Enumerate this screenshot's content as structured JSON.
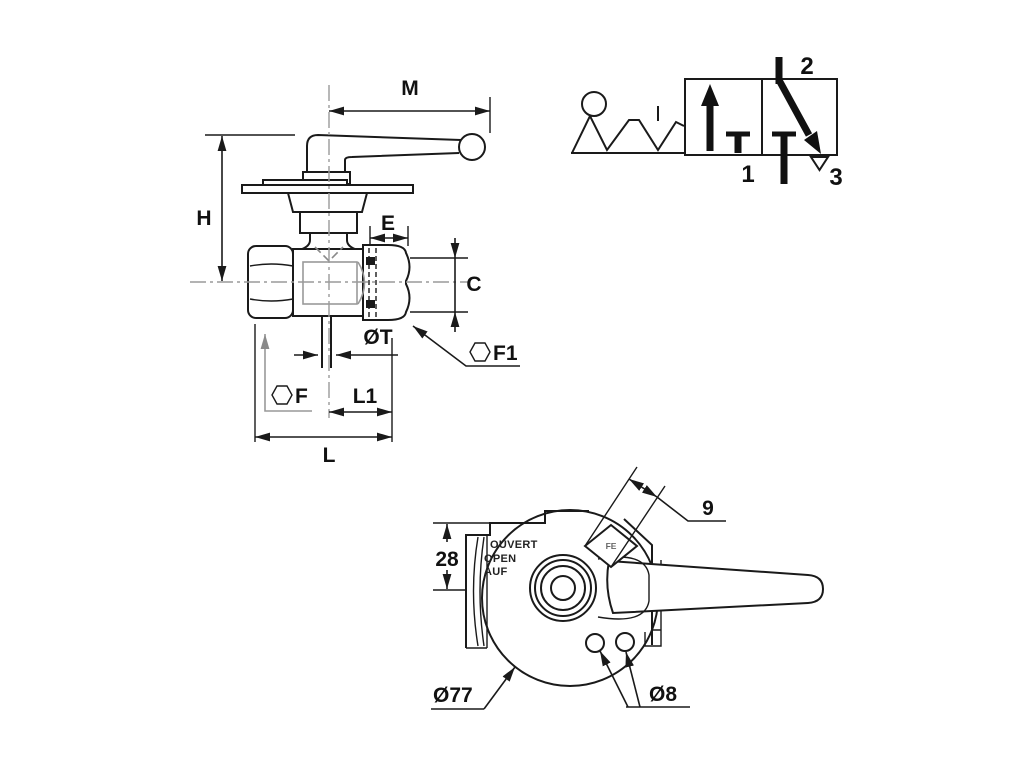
{
  "drawing": {
    "side_view": {
      "label_m": "M",
      "label_h": "H",
      "label_e": "E",
      "label_c": "C",
      "label_stem_dia": "ØT",
      "label_hex_f": "F",
      "label_hex_f1": "F1",
      "label_l1": "L1",
      "label_l": "L"
    },
    "symbol": {
      "port_1": "1",
      "port_2": "2",
      "port_3": "3"
    },
    "top_view": {
      "label_square": "9",
      "label_offset": "28",
      "label_body_dia": "Ø77",
      "label_hole_dia": "Ø8",
      "marking_line1": "OUVERT",
      "marking_line2": "OPEN",
      "marking_line3": "AUF",
      "hub_marking": "FE"
    },
    "colors": {
      "line": "#1a1a1a",
      "secondary": "#999999",
      "background": "#ffffff"
    }
  }
}
